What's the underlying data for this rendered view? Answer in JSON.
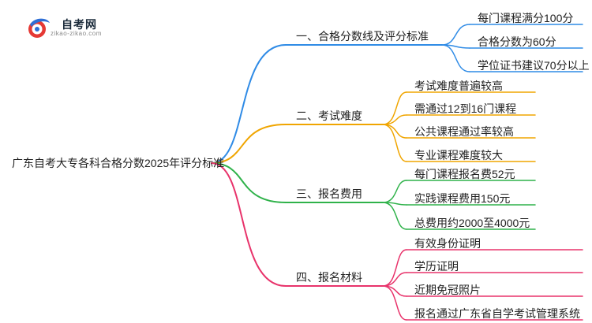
{
  "logo": {
    "name": "自考网",
    "url": "zikao-zikao.com"
  },
  "root": {
    "label": "广东自考大专各科合格分数2025年评分标准"
  },
  "branches": [
    {
      "label": "一、合格分数线及评分标准",
      "color": "#2f8be6",
      "leaves": [
        "每门课程满分100分",
        "合格分数为60分",
        "学位证书建议70分以上"
      ]
    },
    {
      "label": "二、考试难度",
      "color": "#f0a500",
      "leaves": [
        "考试难度普遍较高",
        "需通过12到16门课程",
        "公共课程通过率较高",
        "专业课程难度较大"
      ]
    },
    {
      "label": "三、报名费用",
      "color": "#2fb24a",
      "leaves": [
        "每门课程报名费52元",
        "实践课程费用150元",
        "总费用约2000至4000元"
      ]
    },
    {
      "label": "四、报名材料",
      "color": "#e8336b",
      "leaves": [
        "有效身份证明",
        "学历证明",
        "近期免冠照片",
        "报名通过广东省自学考试管理系统"
      ]
    }
  ]
}
